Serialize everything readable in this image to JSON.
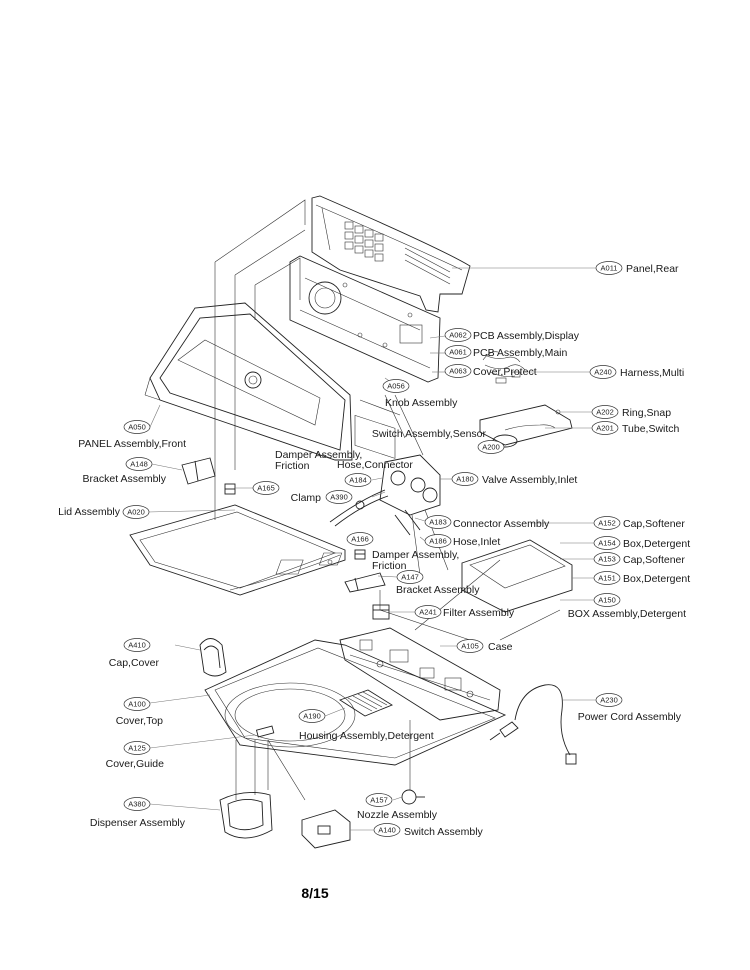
{
  "page_number": "8/15",
  "callouts": [
    {
      "id": "a011",
      "code": "A011",
      "label": "Panel,Rear"
    },
    {
      "id": "a062",
      "code": "A062",
      "label": "PCB Assembly,Display"
    },
    {
      "id": "a061",
      "code": "A061",
      "label": "PCB Assembly,Main"
    },
    {
      "id": "a063",
      "code": "A063",
      "label": "Cover,Protect"
    },
    {
      "id": "a240",
      "code": "A240",
      "label": "Harness,Multi"
    },
    {
      "id": "a056",
      "code": "A056",
      "label": "Knob Assembly"
    },
    {
      "id": "a202",
      "code": "A202",
      "label": "Ring,Snap"
    },
    {
      "id": "a201",
      "code": "A201",
      "label": "Tube,Switch"
    },
    {
      "id": "a200",
      "code": "A200",
      "label": "Switch Assembly,Sensor"
    },
    {
      "id": "a050",
      "code": "A050",
      "label": "PANEL Assembly,Front"
    },
    {
      "id": "a148",
      "code": "A148",
      "label": "Bracket Assembly"
    },
    {
      "id": "a165",
      "code": "A165",
      "label": "Damper Assembly,\nFriction"
    },
    {
      "id": "a184",
      "code": "A184",
      "label": "Hose,Connector"
    },
    {
      "id": "a390",
      "code": "A390",
      "label": "Clamp"
    },
    {
      "id": "a180",
      "code": "A180",
      "label": "Valve Assembly,Inlet"
    },
    {
      "id": "a020",
      "code": "A020",
      "label": "Lid Assembly"
    },
    {
      "id": "a183",
      "code": "A183",
      "label": "Connector Assembly"
    },
    {
      "id": "a152",
      "code": "A152",
      "label": "Cap,Softener"
    },
    {
      "id": "a186",
      "code": "A186",
      "label": "Hose,Inlet"
    },
    {
      "id": "a154",
      "code": "A154",
      "label": "Box,Detergent"
    },
    {
      "id": "a166",
      "code": "A166",
      "label": "Damper Assembly,\nFriction"
    },
    {
      "id": "a153",
      "code": "A153",
      "label": "Cap,Softener"
    },
    {
      "id": "a147",
      "code": "A147",
      "label": "Bracket Assembly"
    },
    {
      "id": "a151",
      "code": "A151",
      "label": "Box,Detergent"
    },
    {
      "id": "a150",
      "code": "A150",
      "label": "BOX Assembly,Detergent"
    },
    {
      "id": "a241",
      "code": "A241",
      "label": "Filter Assembly"
    },
    {
      "id": "a105",
      "code": "A105",
      "label": "Case"
    },
    {
      "id": "a410",
      "code": "A410",
      "label": "Cap,Cover"
    },
    {
      "id": "a230",
      "code": "A230",
      "label": "Power Cord Assembly"
    },
    {
      "id": "a100",
      "code": "A100",
      "label": "Cover,Top"
    },
    {
      "id": "a190",
      "code": "A190",
      "label": "Housing Assembly,Detergent"
    },
    {
      "id": "a125",
      "code": "A125",
      "label": "Cover,Guide"
    },
    {
      "id": "a380",
      "code": "A380",
      "label": "Dispenser Assembly"
    },
    {
      "id": "a157",
      "code": "A157",
      "label": "Nozzle Assembly"
    },
    {
      "id": "a140",
      "code": "A140",
      "label": "Switch Assembly"
    }
  ]
}
